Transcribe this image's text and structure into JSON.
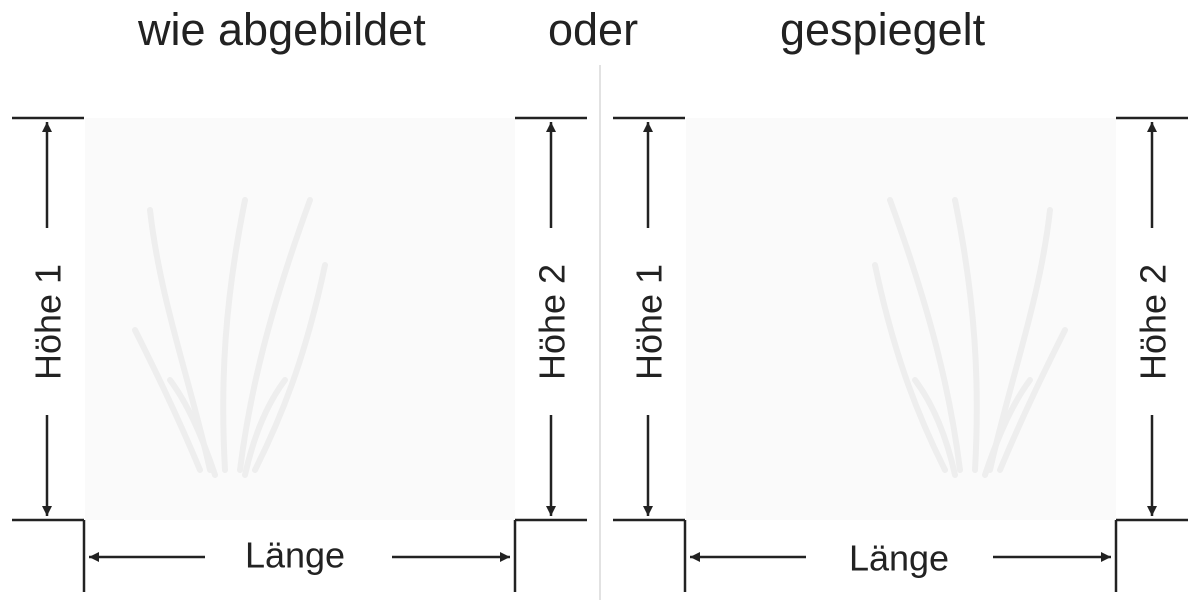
{
  "headings": {
    "left": "wie abgebildet",
    "middle": "oder",
    "right": "gespiegelt"
  },
  "panels": [
    {
      "variant": "wie abgebildet",
      "height_left_label": "Höhe 1",
      "height_right_label": "Höhe 2",
      "length_label": "Länge"
    },
    {
      "variant": "gespiegelt",
      "height_left_label": "Höhe 1",
      "height_right_label": "Höhe 2",
      "length_label": "Länge"
    }
  ],
  "colors": {
    "line": "#222222",
    "divider": "#d9d9d9",
    "panel_tint": "#fafafa",
    "plant_sketch": "#eeeeee"
  }
}
